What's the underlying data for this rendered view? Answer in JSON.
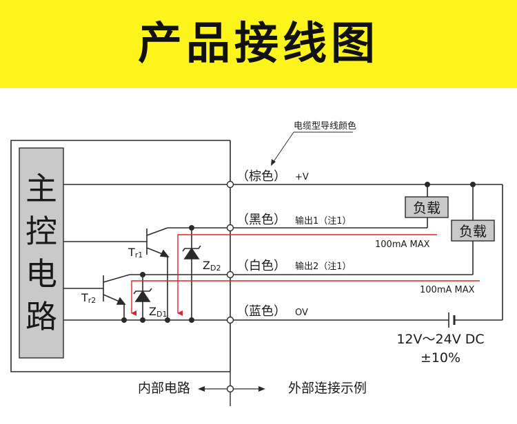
{
  "title": "产品接线图",
  "cable_color_note": "电缆型导线颜色",
  "main_circuit": [
    "主",
    "控",
    "电",
    "路"
  ],
  "wires": {
    "brown": {
      "color_label": "（棕色）",
      "signal": "+V"
    },
    "black": {
      "color_label": "（黑色）",
      "signal": "输出1（注1）",
      "current": "100mA MAX"
    },
    "white": {
      "color_label": "（白色）",
      "signal": "输出2（注1）",
      "current": "100mA MAX"
    },
    "blue": {
      "color_label": "（蓝色）",
      "signal": "OV"
    }
  },
  "components": {
    "tr1": {
      "main": "T",
      "sub": "r1"
    },
    "tr2": {
      "main": "T",
      "sub": "r2"
    },
    "zd1": {
      "main": "Z",
      "sub": "D1"
    },
    "zd2": {
      "main": "Z",
      "sub": "D2"
    }
  },
  "loads": {
    "load1": "负载",
    "load2": "负载"
  },
  "supply": {
    "voltage": "12V～24V DC",
    "tolerance": "±10%"
  },
  "legend": {
    "internal": "内部电路",
    "external": "外部连接示例"
  },
  "colors": {
    "banner": "#fdf41c",
    "current_path": "#d9262c",
    "wire": "#2a2a2a",
    "box": "#c9c9c9"
  }
}
